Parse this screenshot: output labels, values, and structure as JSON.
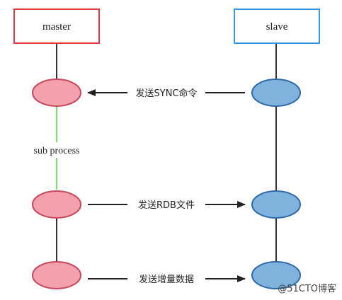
{
  "nodes": {
    "master": {
      "label": "master",
      "border_color": "#e0393e"
    },
    "slave": {
      "label": "slave",
      "border_color": "#3b9be0"
    }
  },
  "process_label": "sub process",
  "messages": [
    {
      "label": "发送SYNC命令",
      "direction": "slave-to-master"
    },
    {
      "label": "发送RDB文件",
      "direction": "master-to-slave"
    },
    {
      "label": "发送增量数据",
      "direction": "master-to-slave"
    }
  ],
  "colors": {
    "master_ellipse_fill": "#f4a0ad",
    "master_ellipse_stroke": "#c8475a",
    "slave_ellipse_fill": "#7fb3dd",
    "slave_ellipse_stroke": "#2e6aa8",
    "subprocess_line": "#66ee66",
    "lifeline": "#333333"
  },
  "watermark": "@51CTO博客"
}
